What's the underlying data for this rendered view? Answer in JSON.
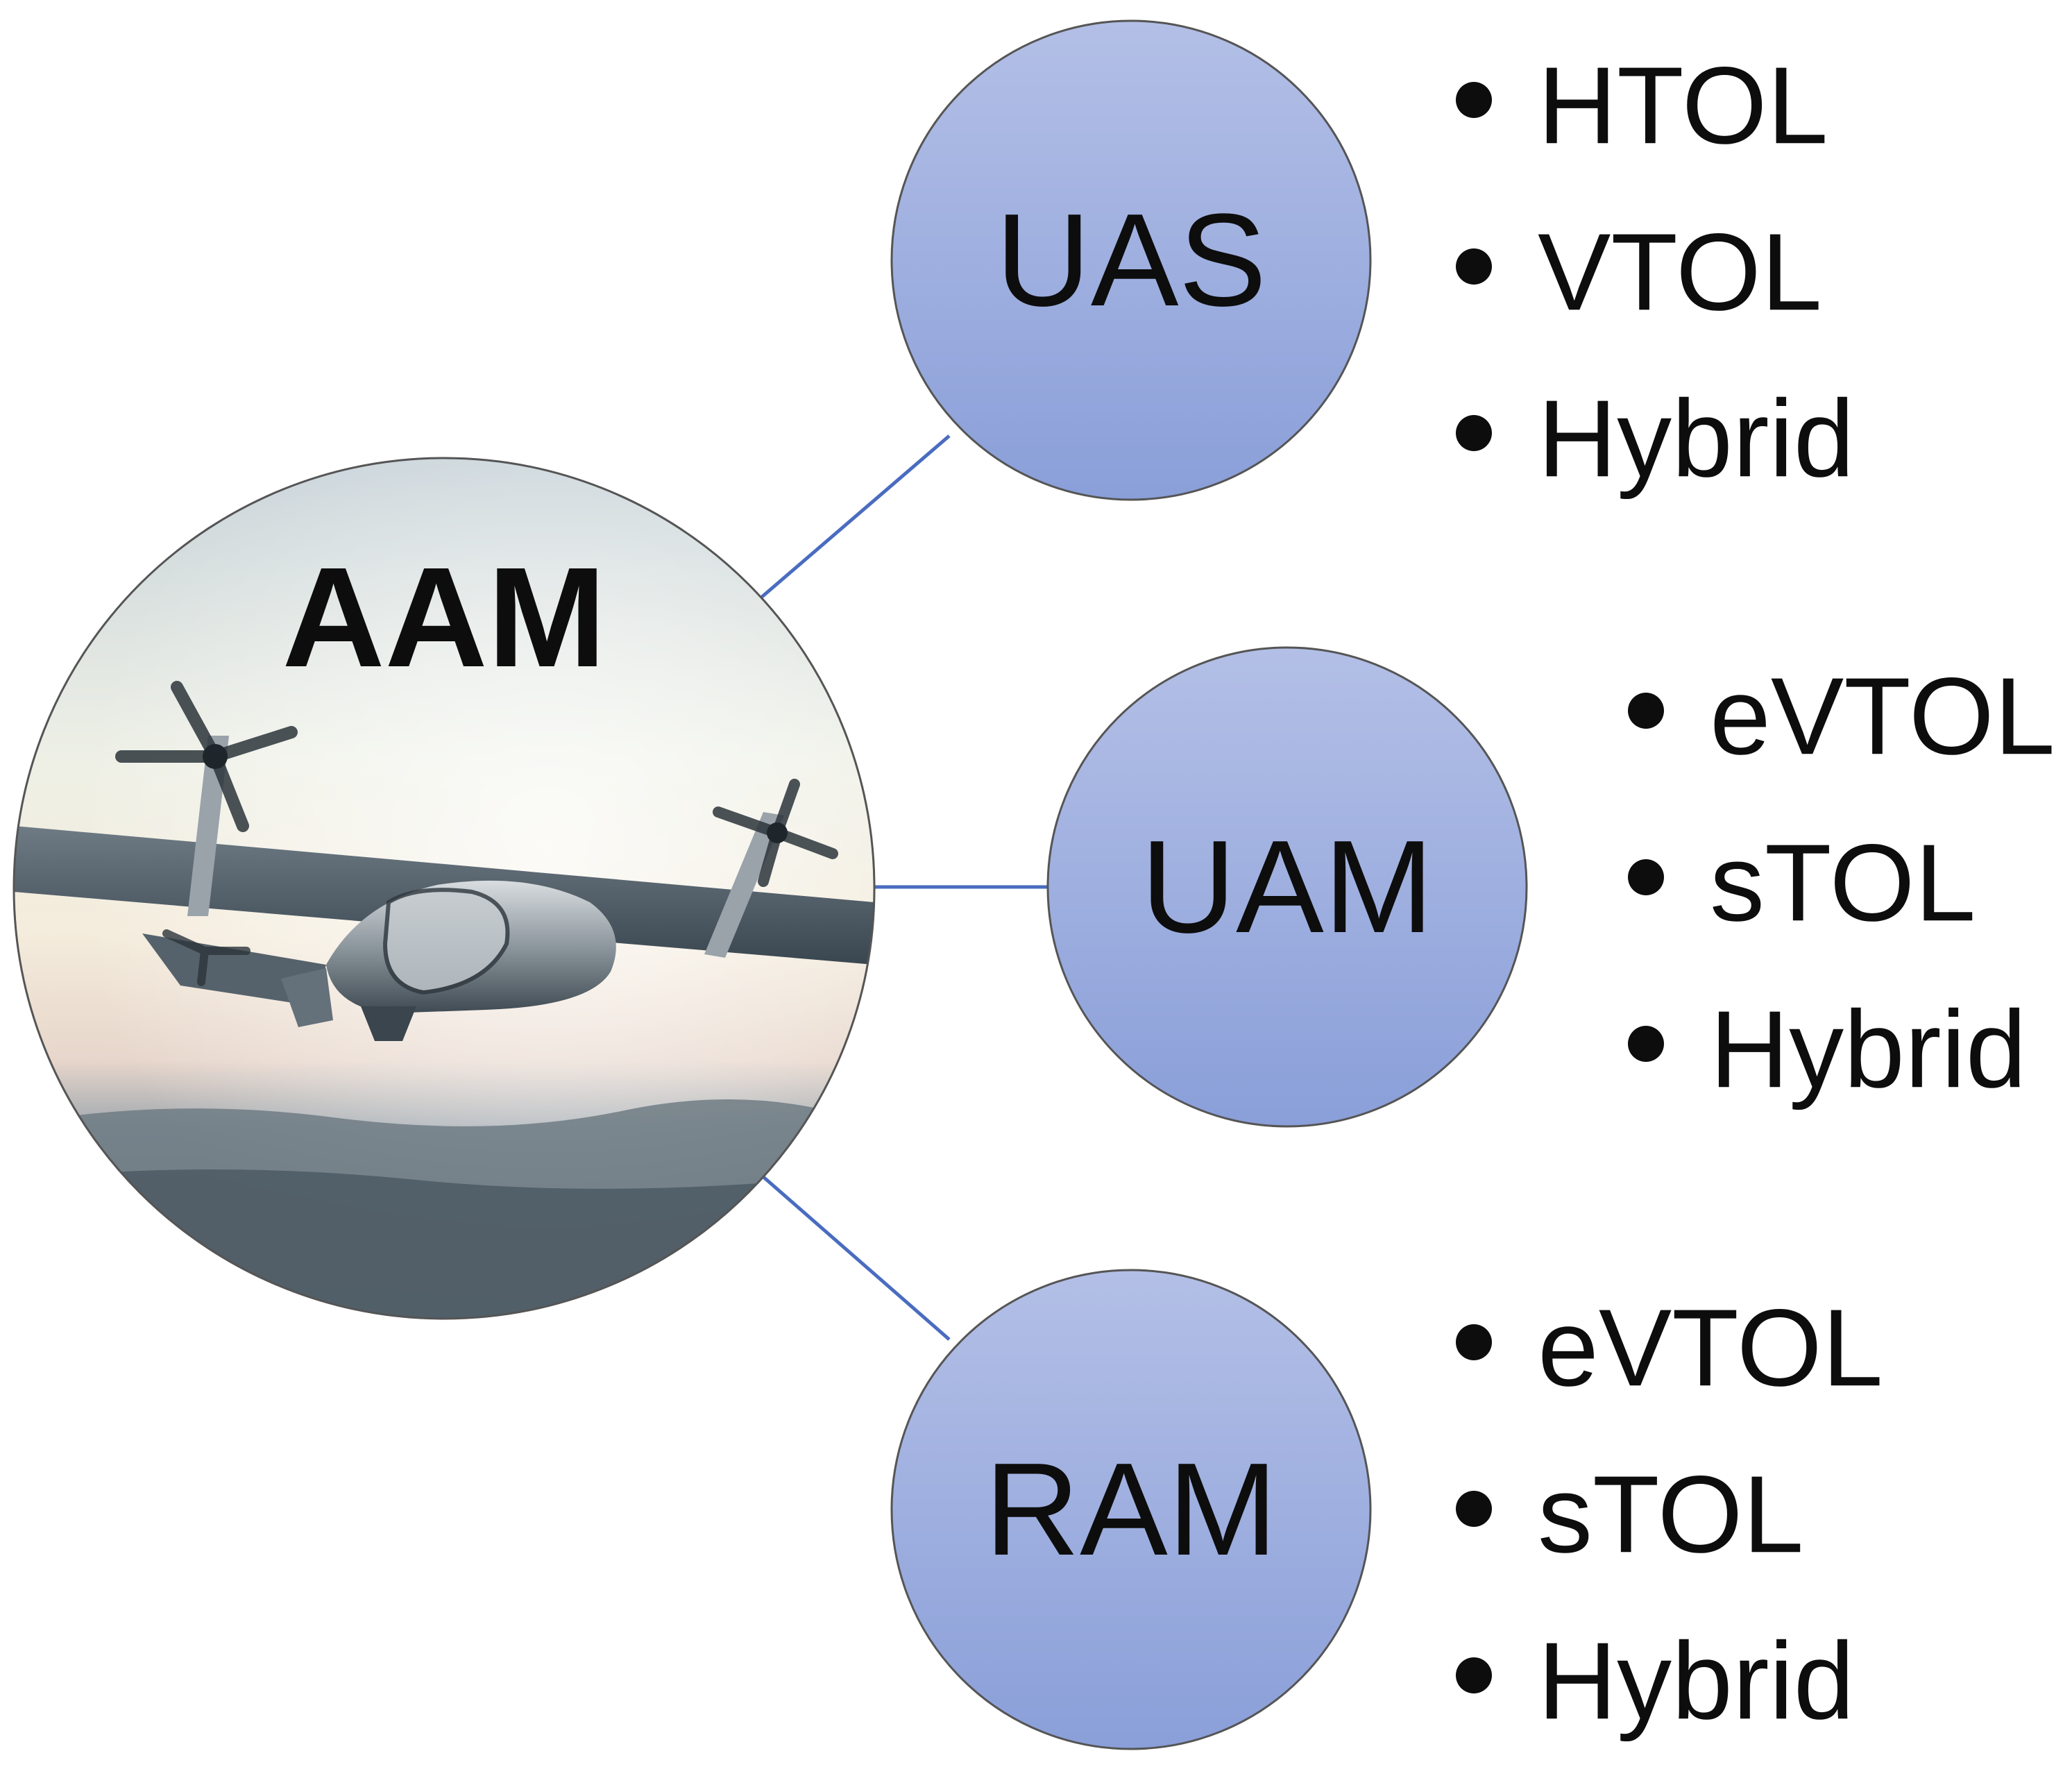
{
  "center_node": {
    "label": "AAM",
    "image_description_icon": "aircraft-photo"
  },
  "branches": [
    {
      "label": "UAS",
      "items": [
        "HTOL",
        "VTOL",
        "Hybrid"
      ]
    },
    {
      "label": "UAM",
      "items": [
        "eVTOL",
        "sTOL",
        "Hybrid"
      ]
    },
    {
      "label": "RAM",
      "items": [
        "eVTOL",
        "sTOL",
        "Hybrid"
      ]
    }
  ],
  "colors": {
    "node_fill_top": "#b3bfe6",
    "node_fill_bottom": "#8a9fd9",
    "node_stroke": "#555555",
    "connector": "#4a6cc0",
    "text": "#0d0d0d"
  }
}
